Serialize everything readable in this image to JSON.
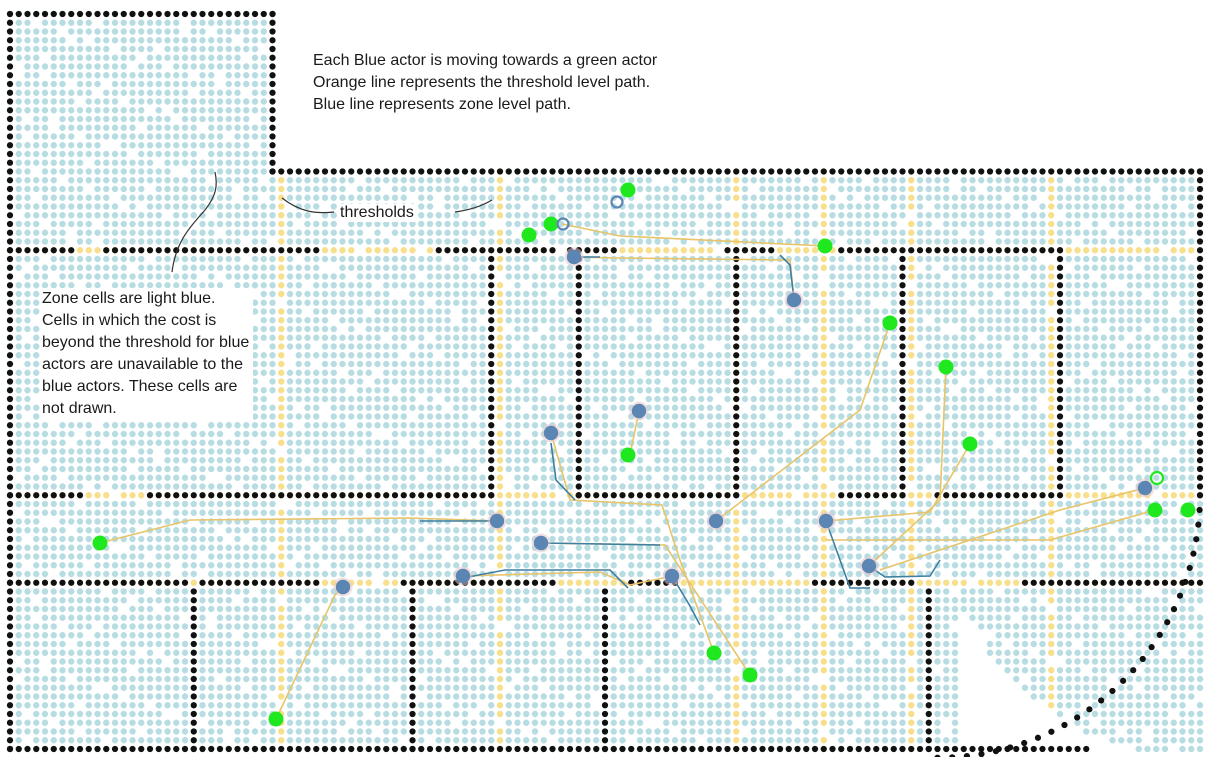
{
  "annotations": {
    "top_lines": [
      "Each Blue actor is moving towards a green actor",
      "Orange line represents the threshold level path.",
      "Blue line represents zone level path."
    ],
    "thresholds_label": "thresholds",
    "side_lines": [
      "Zone cells are light blue.",
      "Cells in which the cost is",
      "beyond the threshold for blue",
      "actors are unavailable to the",
      "blue actors. These cells are",
      "not drawn."
    ]
  },
  "colors": {
    "zone_cell": "#b7dde3",
    "threshold_cell": "#f8df8c",
    "wall": "#111111",
    "blue_actor": "#5b86b3",
    "green_actor": "#1fe81f",
    "threshold_path": "#e8c46a",
    "zone_path": "#3f7fa0",
    "callout": "#333333"
  }
}
